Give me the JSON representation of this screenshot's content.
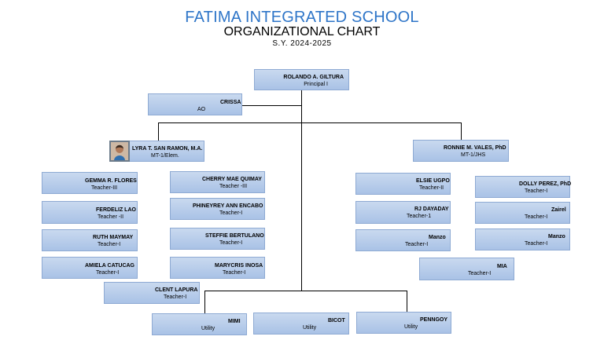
{
  "header": {
    "school": "FATIMA INTEGRATED SCHOOL",
    "chart_title": "ORGANIZATIONAL CHART",
    "school_year": "S.Y. 2024-2025"
  },
  "people": {
    "principal": {
      "name": "ROLANDO A. GILTURA",
      "role": "Principal I"
    },
    "ao": {
      "name": "CRISSA",
      "role": "AO"
    },
    "elem_head": {
      "name": "LYRA T. SAN RAMON, M.A.",
      "role": "MT-1/Elem."
    },
    "jhs_head": {
      "name": "RONNIE M. VALES, PhD",
      "role": "MT-1/JHS"
    },
    "gemma": {
      "name": "GEMMA R. FLORES",
      "role": "Teacher-III"
    },
    "ferdeliz": {
      "name": "FERDELIZ  LAO",
      "role": "Teacher -II"
    },
    "ruth": {
      "name": "RUTH MAYMAY",
      "role": "Teacher-I"
    },
    "amiela": {
      "name": "AMIELA CATUCAG",
      "role": "Teacher-I"
    },
    "cherry": {
      "name": "CHERRY MAE QUIMAY",
      "role": "Teacher -III"
    },
    "phineyrey": {
      "name": "PHINEYREY ANN ENCABO",
      "role": "Teacher-I"
    },
    "steffie": {
      "name": "STEFFIE BERTULANO",
      "role": "Teacher-I"
    },
    "marycris": {
      "name": "MARYCRIS INOSA",
      "role": "Teacher-I"
    },
    "clent": {
      "name": "CLENT LAPURA",
      "role": "Teacher-I"
    },
    "elsie": {
      "name": "ELSIE UGPO",
      "role": "Teacher-II"
    },
    "rj": {
      "name": "RJ DAYADAY",
      "role": "Teacher-1"
    },
    "manzo1": {
      "name": "Manzo",
      "role": "Teacher-I"
    },
    "dolly": {
      "name": "DOLLY PEREZ, PhD",
      "role": "Teacher-I"
    },
    "zairel": {
      "name": "Zairel",
      "role": "Teacher-I"
    },
    "manzo2": {
      "name": "Manzo",
      "role": "Teacher-I"
    },
    "mia": {
      "name": "MIA",
      "role": "Teacher-I"
    },
    "mimi": {
      "name": "MIMI",
      "role": "Utility"
    },
    "bicot": {
      "name": "BICOT",
      "role": "Utility"
    },
    "penngoy": {
      "name": "PENNGOY",
      "role": "Utility"
    }
  }
}
